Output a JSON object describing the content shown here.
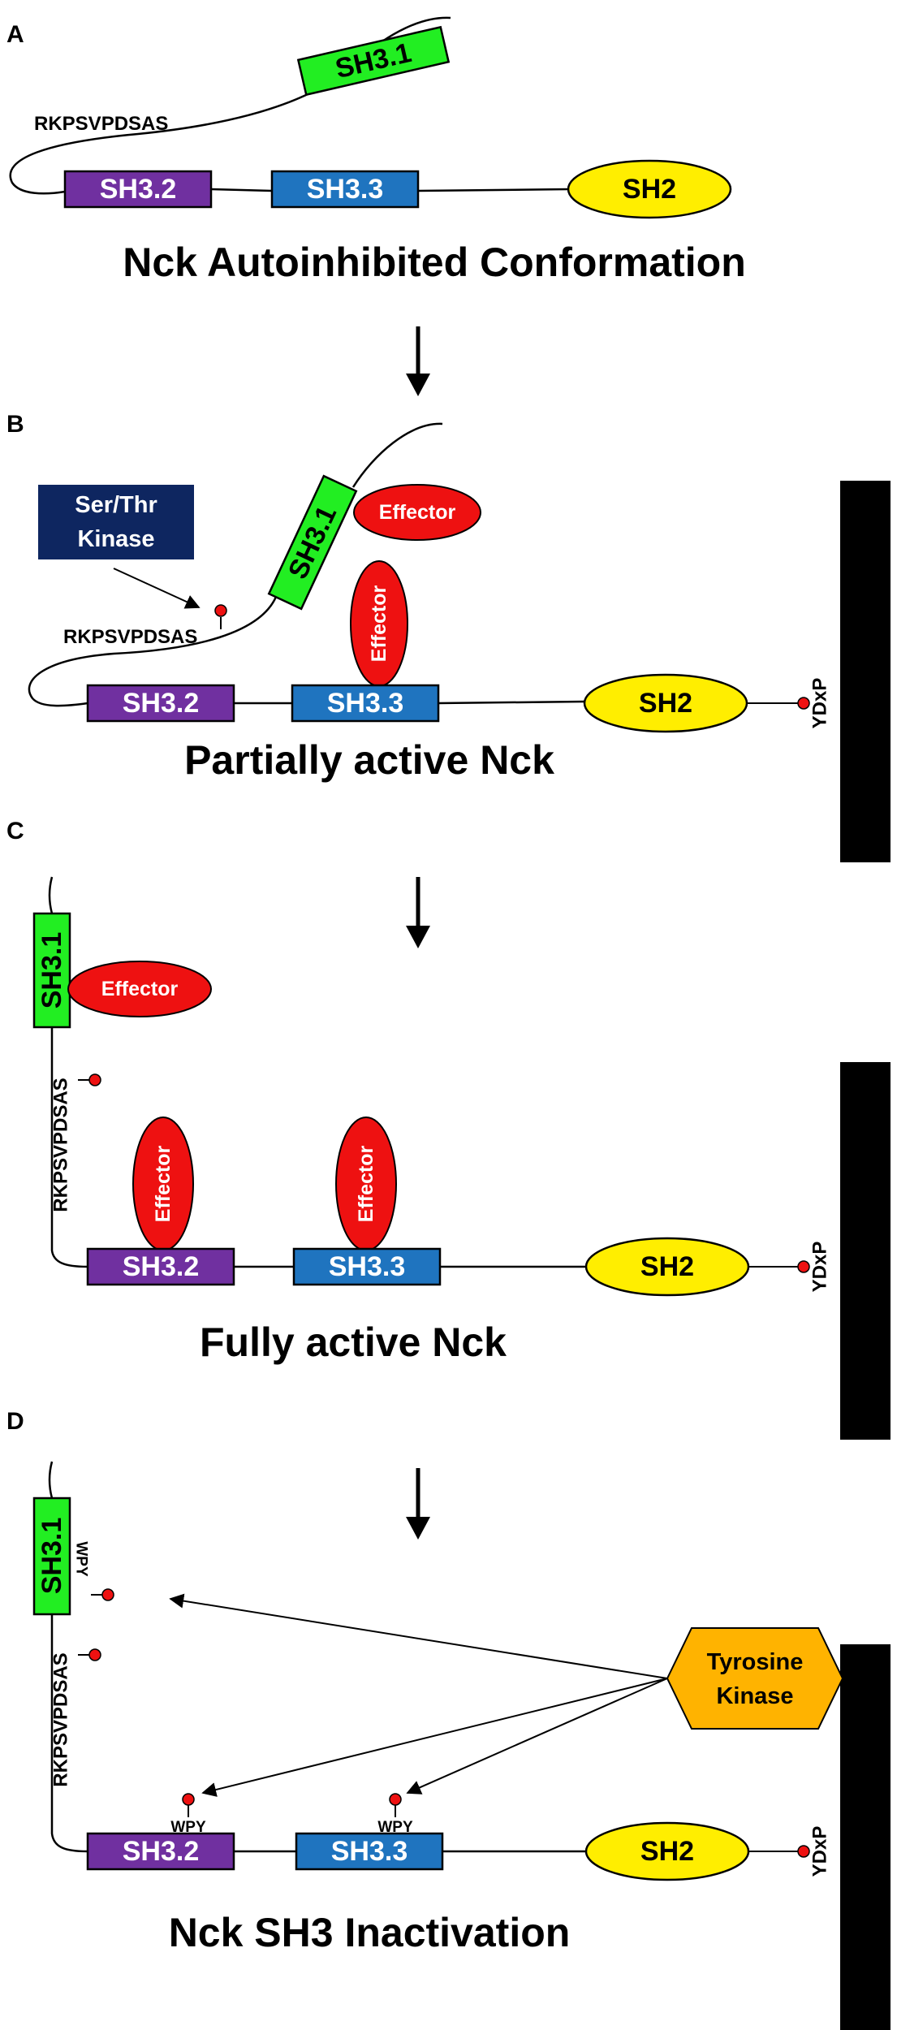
{
  "colors": {
    "sh3_1": "#22ee22",
    "sh3_2": "#7030a0",
    "sh3_3": "#1f74bf",
    "sh2": "#ffee00",
    "effector": "#ee1111",
    "ser_thr_kinase": "#0e2660",
    "tyrosine_kinase": "#ffb300",
    "membrane": "#000000",
    "phospho": "#ee1111"
  },
  "icons": [
    "phosphate-lollipop-icon",
    "down-arrow-icon",
    "membrane-bar-icon"
  ],
  "domains": {
    "sh3_1": "SH3.1",
    "sh3_2": "SH3.2",
    "sh3_3": "SH3.3",
    "sh2": "SH2"
  },
  "linker_sequence": "RKPSVPDSAS",
  "phospho_motif": "YDxP",
  "wpy_motif": "WPY",
  "effector_label": "Effector",
  "ser_thr_kinase": {
    "line1": "Ser/Thr",
    "line2": "Kinase"
  },
  "tyrosine_kinase": {
    "line1": "Tyrosine",
    "line2": "Kinase"
  },
  "panels": [
    {
      "letter": "A",
      "title": "Nck Autoinhibited Conformation"
    },
    {
      "letter": "B",
      "title": "Partially active Nck"
    },
    {
      "letter": "C",
      "title": "Fully active Nck"
    },
    {
      "letter": "D",
      "title": "Nck SH3 Inactivation"
    }
  ]
}
